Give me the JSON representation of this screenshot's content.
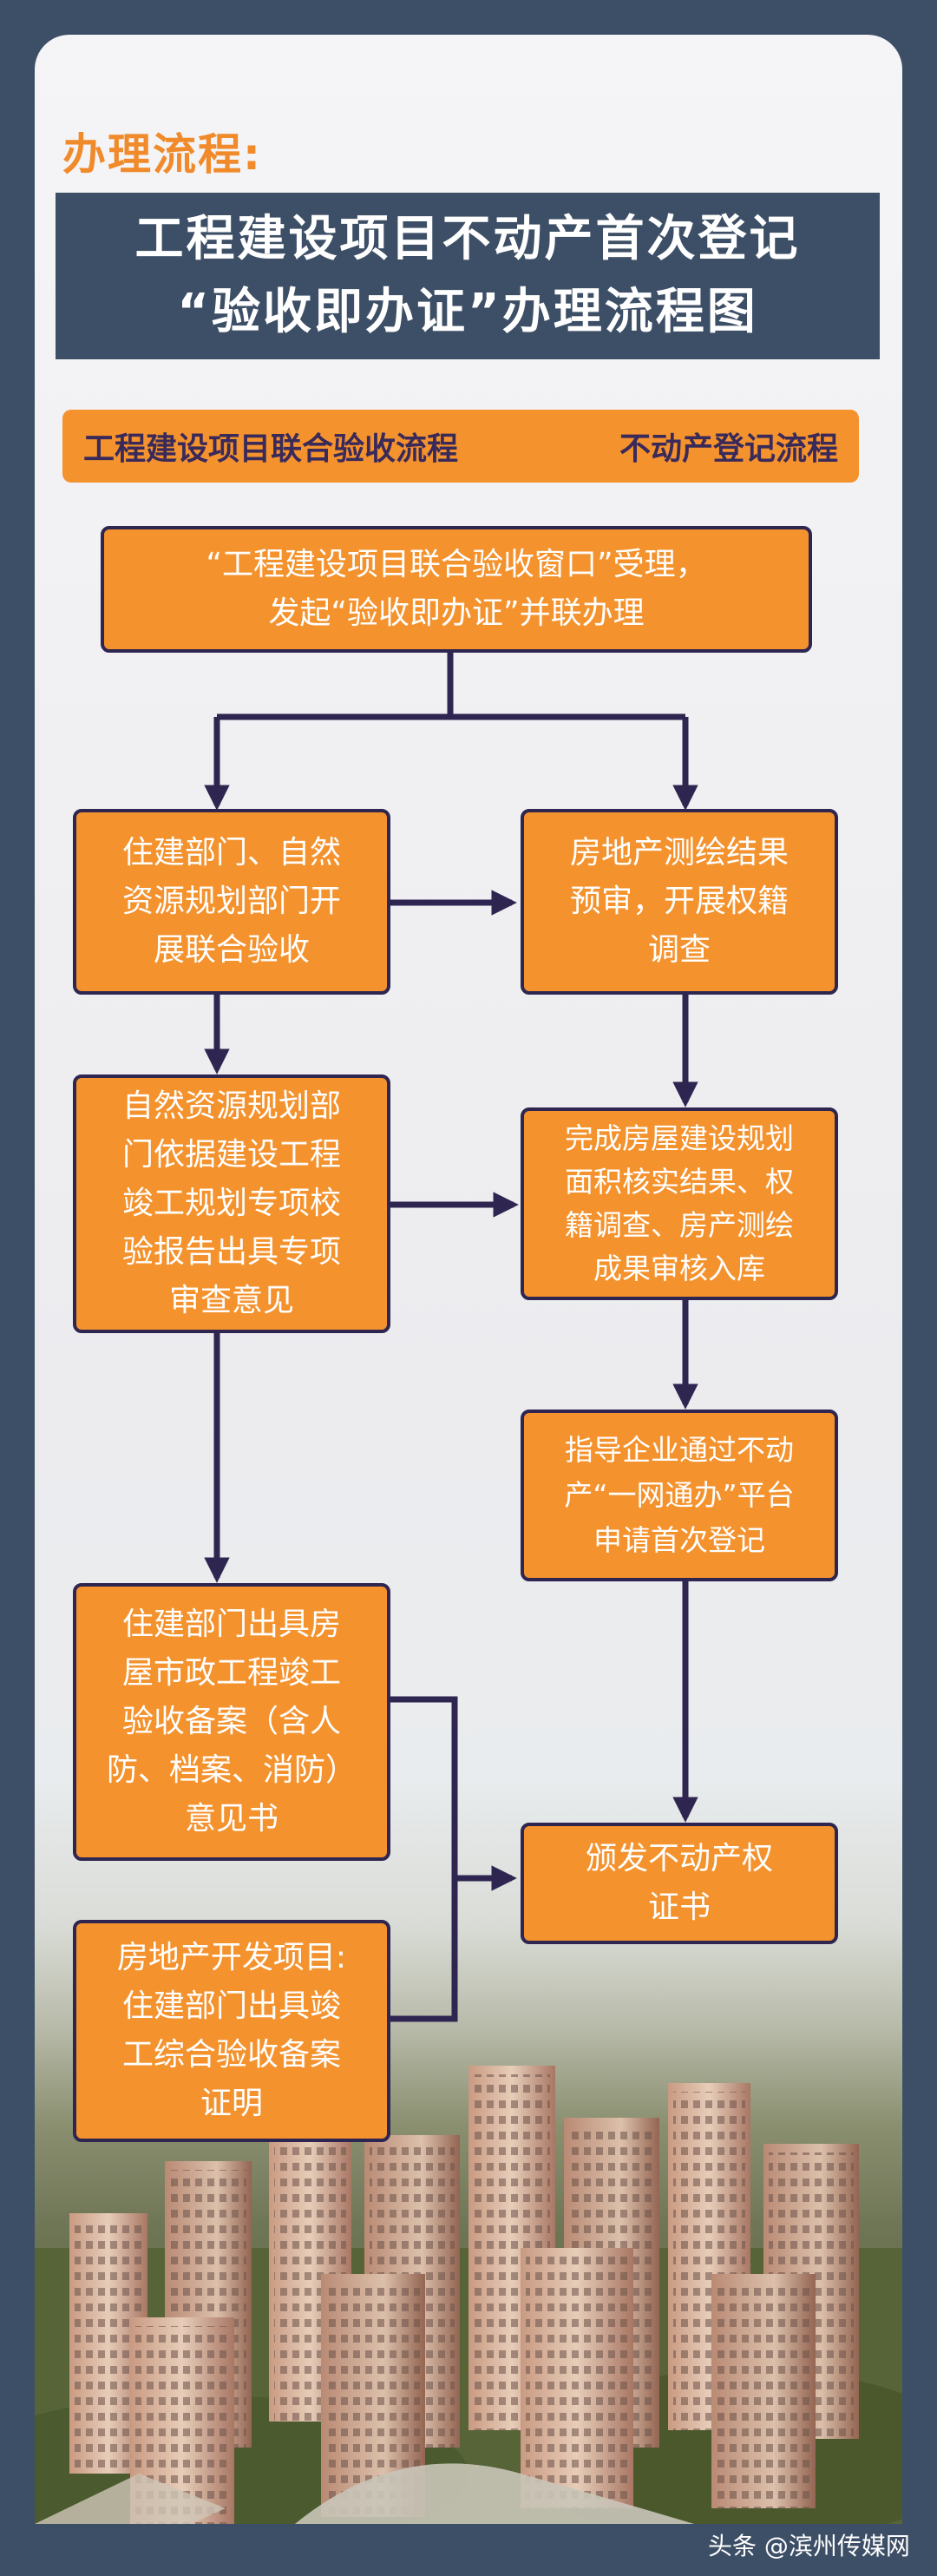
{
  "section_heading": "办理流程:",
  "title": {
    "line1": "工程建设项目不动产首次登记",
    "line2": "“验收即办证”办理流程图"
  },
  "subtitle": {
    "left": "工程建设项目联合验收流程",
    "right": "不动产登记流程"
  },
  "nodes": {
    "start": [
      "“工程建设项目联合验收窗口”受理，",
      "发起“验收即办证”并联办理"
    ],
    "left1": [
      "住建部门、自然",
      "资源规划部门开",
      "展联合验收"
    ],
    "right1": [
      "房地产测绘结果",
      "预审，开展权籍",
      "调查"
    ],
    "left2": [
      "自然资源规划部",
      "门依据建设工程",
      "竣工规划专项校",
      "验报告出具专项",
      "审查意见"
    ],
    "right2": [
      "完成房屋建设规划",
      "面积核实结果、权",
      "籍调查、房产测绘",
      "成果审核入库"
    ],
    "right3": [
      "指导企业通过不动",
      "产“一网通办”平台",
      "申请首次登记"
    ],
    "left3": [
      "住建部门出具房",
      "屋市政工程竣工",
      "验收备案（含人",
      "防、档案、消防）",
      "意见书"
    ],
    "left4": [
      "房地产开发项目:",
      "住建部门出具竣",
      "工综合验收备案",
      "证明"
    ],
    "final": [
      "颁发不动产权",
      "证书"
    ]
  },
  "watermark": "头条 @滨州传媒网",
  "colors": {
    "background": "#3d4f66",
    "node_fill": "#f4922d",
    "arrow": "#2e2650",
    "heading": "#f08a2a"
  }
}
